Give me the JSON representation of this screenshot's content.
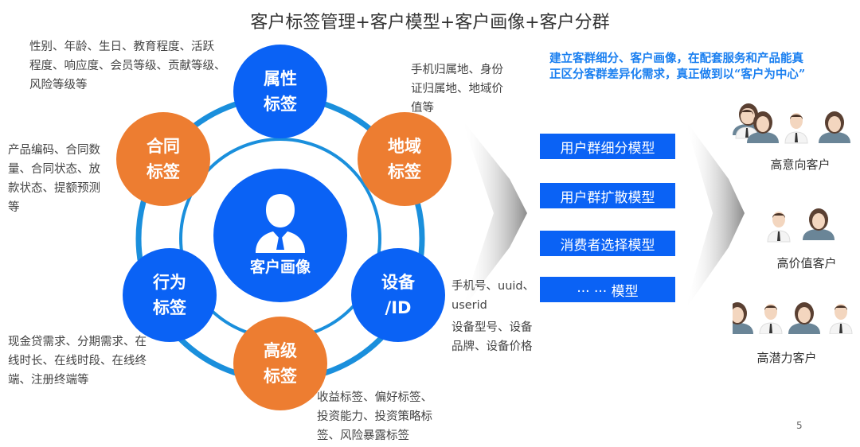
{
  "title": "客户标签管理+客户模型+客户画像+客户分群",
  "center": {
    "label": "客户画像",
    "icon": "person-icon"
  },
  "tags": [
    {
      "line1": "属性",
      "line2": "标签",
      "color": "#0a62f5"
    },
    {
      "line1": "地域",
      "line2": "标签",
      "color": "#ed7d31"
    },
    {
      "line1": "设备",
      "line2": "/ID",
      "color": "#0a62f5"
    },
    {
      "line1": "高级",
      "line2": "标签",
      "color": "#ed7d31"
    },
    {
      "line1": "行为",
      "line2": "标签",
      "color": "#0a62f5"
    },
    {
      "line1": "合同",
      "line2": "标签",
      "color": "#ed7d31"
    }
  ],
  "notes": {
    "attribute": [
      "性别、年龄、生日、教育程度、活跃",
      "程度、响应度、会员等级、贡献等级、",
      "风险等级等"
    ],
    "region": [
      "手机归属地、身份",
      "证归属地、地域价",
      "值等"
    ],
    "device1": [
      "手机号、uuid、",
      "userid"
    ],
    "device2": [
      "设备型号、设备",
      "品牌、设备价格"
    ],
    "advanced": [
      "收益标签、偏好标签、",
      "投资能力、投资策略标",
      "签、风险暴露标签"
    ],
    "behavior": [
      "现金贷需求、分期需求、在",
      "线时长、在线时段、在线终",
      "端、注册终端等"
    ],
    "contract": [
      "产品编码、合同数",
      "量、合同状态、放",
      "款状态、提额预测",
      "等"
    ]
  },
  "slogan": [
    "建立客群细分、客户画像，在配套服务和产品能真",
    "正区分客群差异化需求，真正做到以“客户为中心”"
  ],
  "models": [
    "用户群细分模型",
    "用户群扩散模型",
    "消费者选择模型",
    "··· ··· 模型"
  ],
  "segments": [
    "高意向客户",
    "高价值客户",
    "高潜力客户"
  ],
  "page_number": "5"
}
